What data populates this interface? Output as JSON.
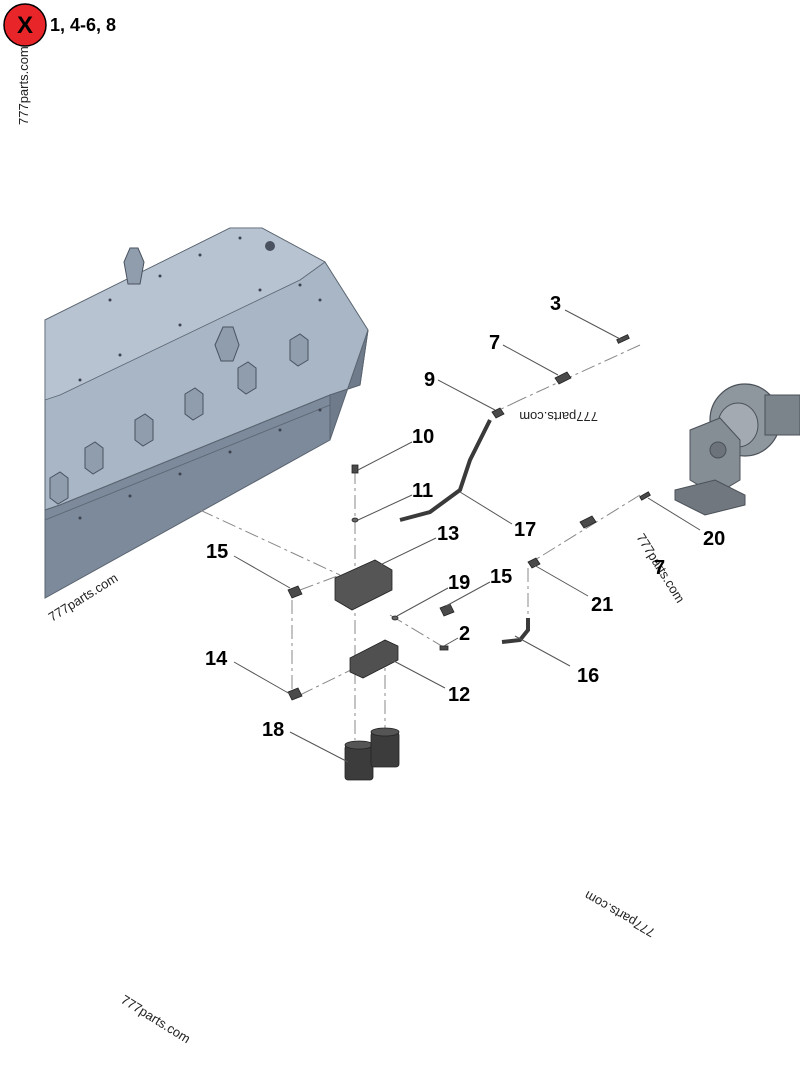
{
  "legend": {
    "icon": "x-circle-icon",
    "icon_letter": "X",
    "excluded_items": "1, 4-6, 8",
    "icon_color": "#e8262a"
  },
  "watermark": "777parts.com",
  "callouts": [
    "3",
    "7",
    "9",
    "10",
    "11",
    "17",
    "13",
    "15",
    "19",
    "15",
    "2",
    "21",
    "20",
    "7",
    "14",
    "12",
    "16",
    "18"
  ],
  "colors": {
    "housing": "#9aa9bb",
    "housing_dark": "#7b8899",
    "part": "#4a4a4a",
    "turbo": "#8e969e"
  }
}
